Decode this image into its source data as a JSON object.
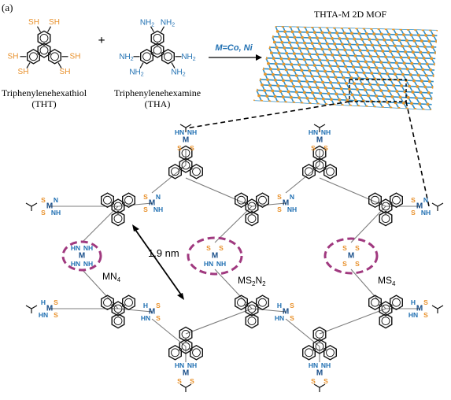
{
  "panel_label": "(a)",
  "title": "THTA-M 2D MOF",
  "plus_sign": "+",
  "reaction_condition": "M=Co, Ni",
  "tht": {
    "name": "Triphenylenehexathiol",
    "abbr": "(THT)",
    "groups": [
      "SH",
      "SH",
      "SH",
      "SH",
      "SH",
      "SH"
    ]
  },
  "tha": {
    "name": "Triphenylenehexamine",
    "abbr": "(THA)",
    "groups": [
      "NH2",
      "NH2",
      "NH2",
      "NH2",
      "NH2",
      "NH2"
    ]
  },
  "distance_label": "1.9 nm",
  "sites": {
    "mn4": "MN4",
    "ms2n2": "MS2N2",
    "ms4": "MS4"
  },
  "atoms": {
    "metal": "M",
    "sulfur": "S",
    "hn": "HN",
    "nh": "NH",
    "h": "H",
    "n": "N"
  },
  "colors": {
    "sulfur": "#e8902a",
    "nitrogen": "#1f6fb2",
    "metal": "#1a4f8a",
    "bond": "#111111",
    "dashed_circle": "#a0397f",
    "mof_blue": "#2f8fc9",
    "mof_orange": "#e8972b"
  }
}
